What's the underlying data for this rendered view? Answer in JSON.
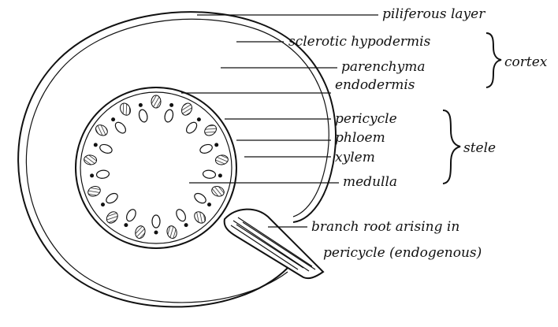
{
  "labels": {
    "piliferous_layer": "piliferous layer",
    "sclerotic_hypodermis": "sclerotic hypodermis",
    "parenchyma": "parenchyma",
    "endodermis": "endodermis",
    "cortex": "cortex",
    "pericycle": "pericycle",
    "phloem": "phloem",
    "xylem": "xylem",
    "medulla": "medulla",
    "stele": "stele",
    "branch_root_line1": "branch root arising in",
    "branch_root_line2": "pericycle (endogenous)"
  }
}
